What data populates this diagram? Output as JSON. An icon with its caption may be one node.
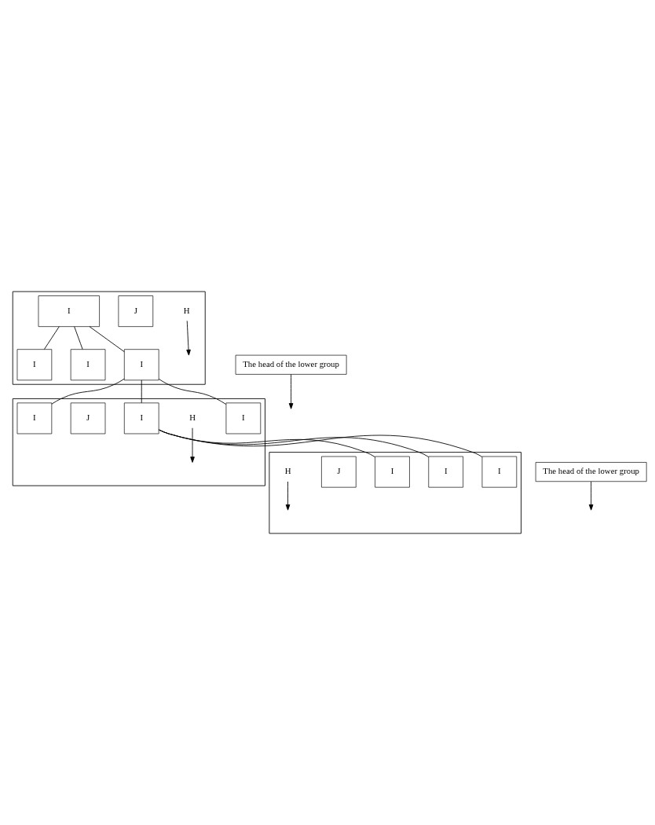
{
  "diagram": {
    "nodes": [
      {
        "text": [],
        "shape": "box"
      },
      {
        "text": [
          "I"
        ],
        "in": 0
      },
      {
        "text": [
          "I"
        ],
        "in": 0
      },
      {
        "text": [
          "I"
        ],
        "in": 0
      },
      {
        "text": [
          "I"
        ],
        "in": 0
      },
      {
        "text": [
          "J"
        ],
        "in": 0
      },
      {
        "text": [
          "H"
        ],
        "in": 0
      },
      {
        "text": [
          "The head of the lower group"
        ]
      },
      {
        "text": [],
        "shape": "box"
      },
      {
        "text": [
          "I"
        ],
        "in": 8
      },
      {
        "text": [
          "I"
        ],
        "in": 8
      },
      {
        "text": [
          "I"
        ],
        "in": 8
      },
      {
        "text": [
          "J"
        ],
        "in": 8
      },
      {
        "text": [
          "H"
        ],
        "in": 8
      },
      {
        "text": [
          "The head of the lower group"
        ]
      },
      {
        "text": [],
        "shape": "box"
      },
      {
        "text": [
          "I"
        ],
        "in": 15
      },
      {
        "text": [
          "I"
        ],
        "in": 15
      },
      {
        "text": [
          "I"
        ],
        "in": 15
      },
      {
        "text": [
          "J"
        ],
        "in": 15
      },
      {
        "text": [
          "H"
        ],
        "in": 15
      }
    ],
    "edges": [
      {
        "from": 1,
        "to": 2,
        "arrow": "none"
      },
      {
        "from": 1,
        "to": 3,
        "arrow": "none"
      },
      {
        "from": 1,
        "to": 4,
        "arrow": "none"
      },
      {
        "from": 6,
        "to": null,
        "arrow": "to"
      },
      {
        "from": 7,
        "to": null,
        "arrow": "to"
      },
      {
        "from": 3,
        "to": 9,
        "arrow": "none"
      },
      {
        "from": 3,
        "to": 10,
        "arrow": "none"
      },
      {
        "from": 3,
        "to": 11,
        "arrow": "none"
      },
      {
        "from": 13,
        "to": null,
        "arrow": "to"
      },
      {
        "from": 14,
        "to": null,
        "arrow": "to"
      },
      {
        "from": 10,
        "to": 16,
        "arrow": "none"
      },
      {
        "from": 10,
        "to": 17,
        "arrow": "none"
      },
      {
        "from": 10,
        "to": 18,
        "arrow": "none"
      },
      {
        "from": 20,
        "to": null,
        "arrow": "to"
      }
    ]
  }
}
